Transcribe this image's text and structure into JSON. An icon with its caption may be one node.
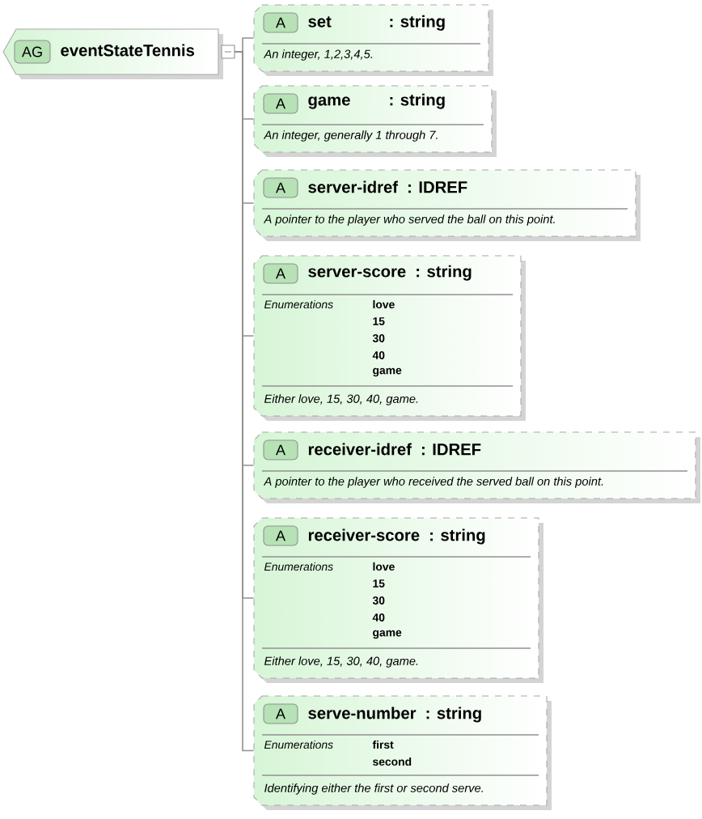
{
  "diagram": {
    "nodes": [
      {
        "text": [
          "AG",
          "eventStateTennis"
        ]
      },
      {
        "text": [
          "A",
          "set",
          ": string",
          "An integer, 1,2,3,4,5."
        ]
      },
      {
        "text": [
          "A",
          "game",
          ": string",
          "An integer, generally 1 through 7."
        ]
      },
      {
        "text": [
          "A",
          "server-idref",
          ": IDREF",
          "A pointer to the player who served the ball on this point."
        ]
      },
      {
        "text": [
          "A",
          "server-score",
          ": string",
          "Enumerations",
          "love",
          "15",
          "30",
          "40",
          "game",
          "Either love, 15, 30, 40, game."
        ]
      },
      {
        "text": [
          "A",
          "receiver-idref",
          ": IDREF",
          "A pointer to the player who received the served ball on this point."
        ]
      },
      {
        "text": [
          "A",
          "receiver-score",
          ": string",
          "Enumerations",
          "love",
          "15",
          "30",
          "40",
          "game",
          "Either love, 15, 30, 40, game."
        ]
      },
      {
        "text": [
          "A",
          "serve-number",
          ": string",
          "Enumerations",
          "first",
          "second",
          "Identifying either the first or second serve."
        ]
      }
    ],
    "edges": [
      {
        "from": 0,
        "to": 1,
        "arrow": "none"
      },
      {
        "from": 0,
        "to": 2,
        "arrow": "none"
      },
      {
        "from": 0,
        "to": 3,
        "arrow": "none"
      },
      {
        "from": 0,
        "to": 4,
        "arrow": "none"
      },
      {
        "from": 0,
        "to": 5,
        "arrow": "none"
      },
      {
        "from": 0,
        "to": 6,
        "arrow": "none"
      },
      {
        "from": 0,
        "to": 7,
        "arrow": "none"
      }
    ]
  }
}
